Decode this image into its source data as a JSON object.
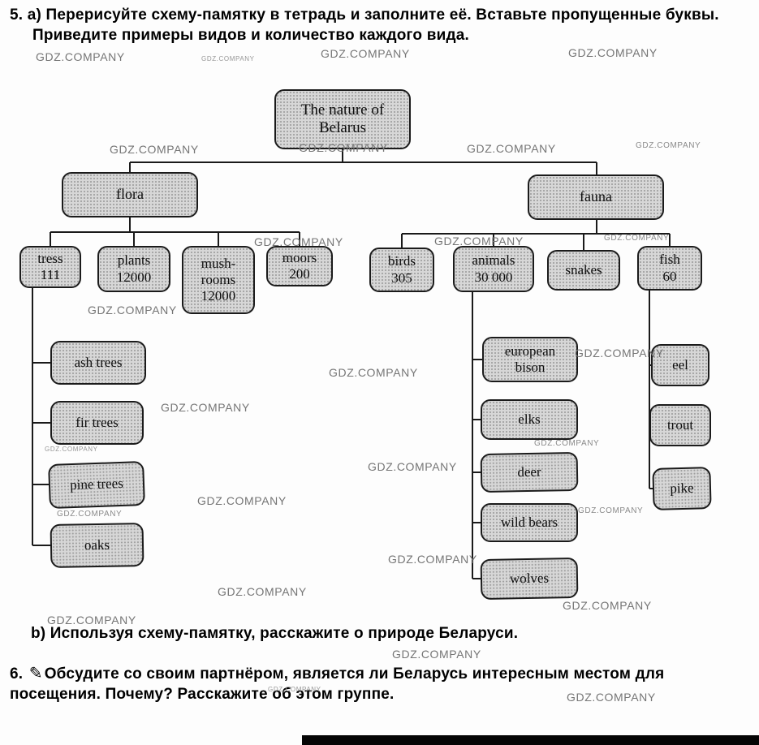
{
  "watermark": {
    "text": "GDZ.COMPANY"
  },
  "exercise5": {
    "intro": "5. а) Перерисуйте схему-памятку в тетрадь и заполните её. Вставьте пропущенные буквы. Приведите примеры видов и количество каждого вида.",
    "part_b": "b) Используя схему-памятку, расскажите о природе Беларуси."
  },
  "exercise6": {
    "number": "6.",
    "text": "Обсудите со своим партнёром, является ли Беларусь интересным местом для посещения. Почему? Расскажите об этом группе."
  },
  "diagram": {
    "root": {
      "label": "The nature of Belarus"
    },
    "flora": {
      "label": "flora",
      "children": [
        {
          "label": "tress",
          "count": "111"
        },
        {
          "label": "plants",
          "count": "12000"
        },
        {
          "label": "mush-rooms",
          "count": "12000"
        },
        {
          "label": "moors",
          "count": "200"
        }
      ],
      "tree_examples": [
        {
          "label": "ash trees"
        },
        {
          "label": "fir trees"
        },
        {
          "label": "pine trees"
        },
        {
          "label": "oaks"
        }
      ]
    },
    "fauna": {
      "label": "fauna",
      "children": [
        {
          "label": "birds",
          "count": "305"
        },
        {
          "label": "animals",
          "count": "30 000"
        },
        {
          "label": "snakes",
          "count": ""
        },
        {
          "label": "fish",
          "count": "60"
        }
      ],
      "animal_examples": [
        {
          "label": "european bison"
        },
        {
          "label": "elks"
        },
        {
          "label": "deer"
        },
        {
          "label": "wild bears"
        },
        {
          "label": "wolves"
        }
      ],
      "fish_examples": [
        {
          "label": "eel"
        },
        {
          "label": "trout"
        },
        {
          "label": "pike"
        }
      ]
    }
  }
}
